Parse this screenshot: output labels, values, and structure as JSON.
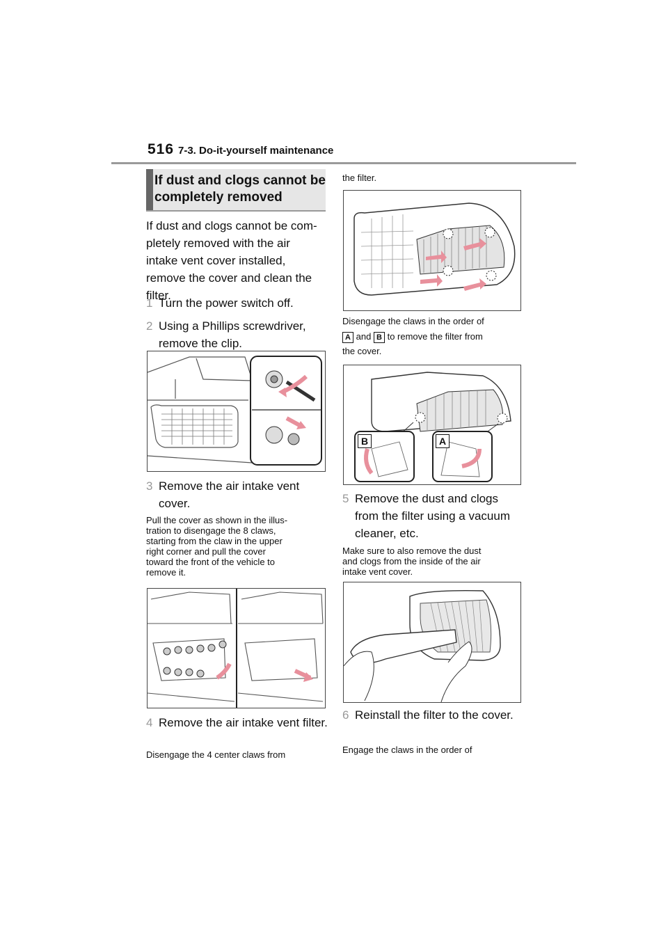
{
  "header": {
    "page_number": "516",
    "section_title": "7-3. Do-it-yourself maintenance"
  },
  "left": {
    "heading": "If dust and clogs cannot be completely removed",
    "intro": "If dust and clogs cannot be com-\npletely removed with the air\nintake vent cover installed,\nremove the cover and clean the\nfilter.",
    "step1": {
      "num": "1",
      "text": "Turn the power switch off."
    },
    "step2": {
      "num": "2",
      "text": "Using a Phillips screwdriver, remove the clip."
    },
    "step3": {
      "num": "3",
      "text": "Remove the air intake vent cover."
    },
    "step3_note": "Pull the cover as shown in the illus-\ntration to disengage the 8 claws,\nstarting from the claw in the upper\nright corner and pull the cover\ntoward the front of the vehicle to\nremove it.",
    "step4": {
      "num": "4",
      "text": "Remove the air intake vent filter."
    },
    "step4_note": "Disengage the 4 center claws from"
  },
  "right": {
    "cont": "the filter.",
    "claws_note_a": "Disengage the claws in the order of",
    "tag_a": "A",
    "tag_and": "and",
    "tag_b": "B",
    "claws_note_b": "to remove the filter from",
    "claws_note_c": "the cover.",
    "fig_label_b": "B",
    "fig_label_a": "A",
    "step5": {
      "num": "5",
      "text": "Remove the dust and clogs from the filter using a vacuum cleaner, etc."
    },
    "step5_note": "Make sure to also remove the dust\nand clogs from the inside of the air\nintake vent cover.",
    "step6": {
      "num": "6",
      "text": "Reinstall the filter to the cover."
    },
    "step6_note": "Engage the claws in the order of"
  }
}
